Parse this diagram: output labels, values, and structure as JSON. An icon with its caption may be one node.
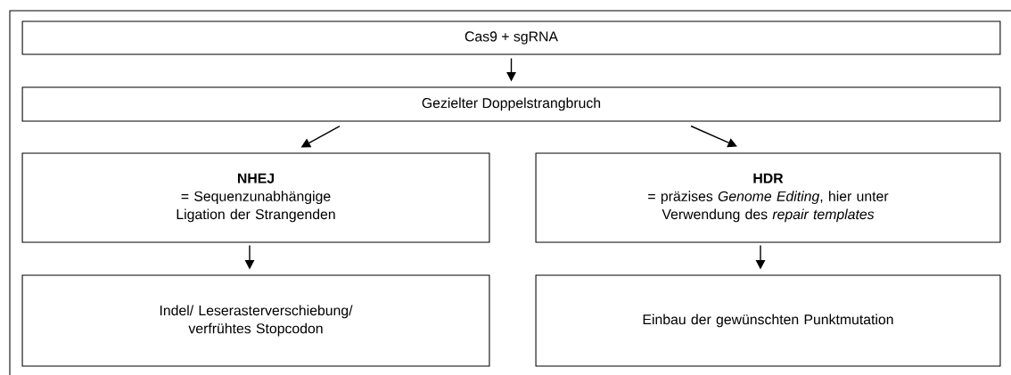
{
  "diagram": {
    "nodes": [
      {
        "text": [
          "Cas9 + sgRNA"
        ]
      },
      {
        "text": [
          "Gezielter Doppelstrangbruch"
        ]
      },
      {
        "text": [
          "NHEJ",
          "= Sequenzunabhängige Ligation der Strangenden"
        ]
      },
      {
        "text": [
          "HDR",
          "= präzises *Genome Editing*, hier unter Verwendung des *repair templates*"
        ]
      },
      {
        "text": [
          "Indel/ Leserasterverschiebung/ verfrühtes Stopcodon"
        ]
      },
      {
        "text": [
          "Einbau der gewünschten Punktmutation"
        ]
      }
    ],
    "edges": [
      {
        "from": 0,
        "to": 1,
        "arrow": "to"
      },
      {
        "from": 1,
        "to": 2,
        "arrow": "to"
      },
      {
        "from": 1,
        "to": 3,
        "arrow": "to"
      },
      {
        "from": 2,
        "to": 4,
        "arrow": "to"
      },
      {
        "from": 3,
        "to": 5,
        "arrow": "to"
      }
    ]
  }
}
